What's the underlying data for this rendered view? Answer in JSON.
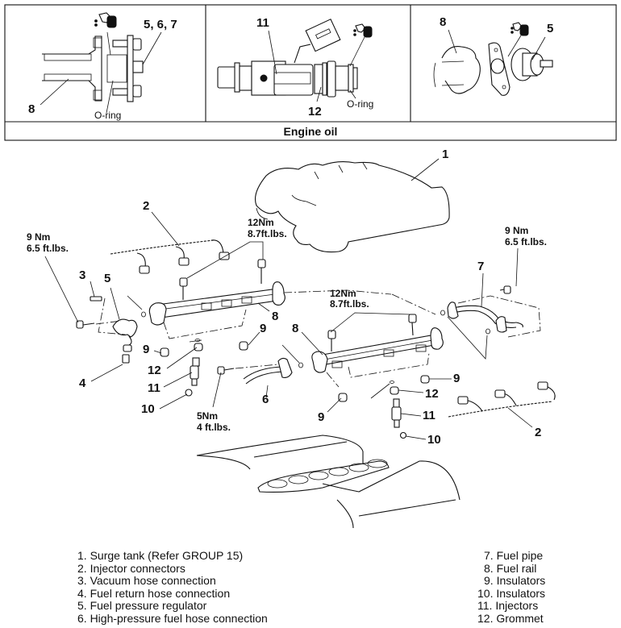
{
  "detail_panels": [
    {
      "id": "flange-detail",
      "labels": [
        "5, 6, 7",
        "8",
        "O-ring"
      ],
      "lubricant_icon": "oil-can-icon"
    },
    {
      "id": "injector-detail",
      "labels": [
        "11",
        "12",
        "O-ring"
      ],
      "lubricant_icon": "oil-can-icon"
    },
    {
      "id": "regulator-detail",
      "labels": [
        "8",
        "5"
      ],
      "lubricant_icon": "oil-can-icon"
    }
  ],
  "detail_caption": "Engine oil",
  "callouts": {
    "c1": "1",
    "c2_left": "2",
    "c2_right": "2",
    "c3": "3",
    "c4": "4",
    "c5": "5",
    "c6": "6",
    "c7": "7",
    "c8_left": "8",
    "c8_mid": "8",
    "c9_left": "9",
    "c9_mid": "9",
    "c9_right": "9",
    "c9_bottom": "9",
    "c10_left": "10",
    "c10_right": "10",
    "c11_left": "11",
    "c11_right": "11",
    "c12_left": "12",
    "c12_right": "12"
  },
  "torque_specs": {
    "left_regulator": {
      "nm": "9 Nm",
      "ftlbs": "6.5 ft.lbs."
    },
    "left_rail": {
      "nm": "12Nm",
      "ftlbs": "8.7ft.lbs."
    },
    "right_rail": {
      "nm": "12Nm",
      "ftlbs": "8.7ft.lbs."
    },
    "fuel_pipe": {
      "nm": "9 Nm",
      "ftlbs": "6.5 ft.lbs."
    },
    "fuel_hose": {
      "nm": "5Nm",
      "ftlbs": "4 ft.lbs."
    }
  },
  "legend": {
    "left": [
      "1. Surge tank (Refer GROUP 15)",
      "2. Injector connectors",
      "3. Vacuum hose connection",
      "4. Fuel return hose connection",
      "5. Fuel pressure regulator",
      "6. High-pressure fuel hose connection"
    ],
    "right": [
      "7. Fuel pipe",
      "8. Fuel rail",
      "9. Insulators",
      "10. Insulators",
      "11. Injectors",
      "12. Grommet"
    ]
  }
}
